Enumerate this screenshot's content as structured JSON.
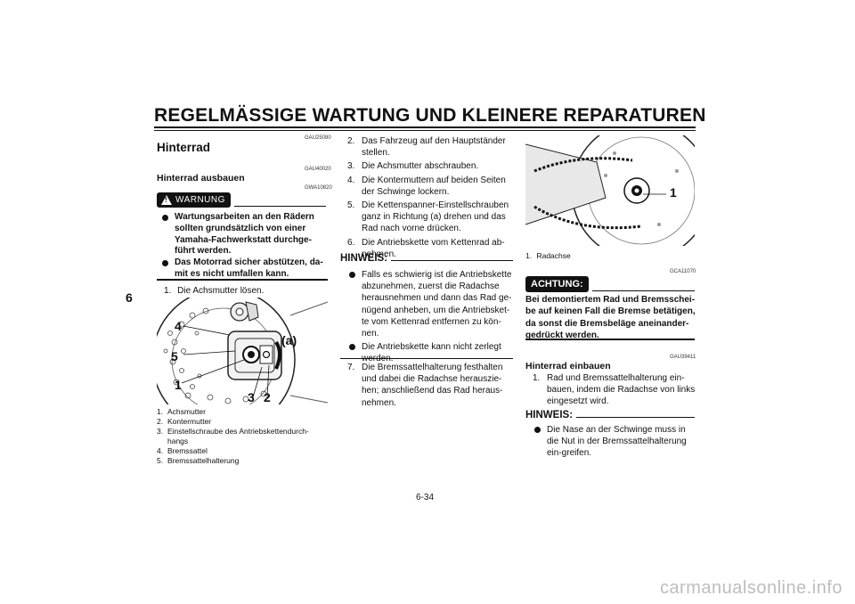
{
  "page": {
    "title": "REGELMÄSSIGE WARTUNG UND KLEINERE REPARATUREN",
    "chapter": "6",
    "page_number": "6-34",
    "watermark": "carmanualsonline.info"
  },
  "col1": {
    "code1": "GAU25080",
    "heading": "Hinterrad",
    "code2": "GAU40020",
    "subheading": "Hinterrad ausbauen",
    "code3": "GWA10820",
    "warning_label": "WARNUNG",
    "warning_items": [
      "Wartungsarbeiten an den Rädern sollten grundsätzlich von einer Yamaha-Fachwerkstatt durchge-führt werden.",
      "Das Motorrad sicher abstützen, da-mit es nicht umfallen kann."
    ],
    "step1_num": "1.",
    "step1": "Die Achsmutter lösen.",
    "figure_labels": [
      "4",
      "5",
      "1",
      "3",
      "2",
      "(a)"
    ],
    "captions": [
      {
        "n": "1.",
        "t": "Achsmutter"
      },
      {
        "n": "2.",
        "t": "Kontermutter"
      },
      {
        "n": "3.",
        "t": "Einstellschraube des Antriebskettendurch-hangs"
      },
      {
        "n": "4.",
        "t": "Bremssattel"
      },
      {
        "n": "5.",
        "t": "Bremssattelhalterung"
      }
    ]
  },
  "col2": {
    "steps": [
      {
        "n": "2.",
        "t": "Das Fahrzeug auf den Hauptständer stellen."
      },
      {
        "n": "3.",
        "t": "Die Achsmutter abschrauben."
      },
      {
        "n": "4.",
        "t": "Die Kontermuttern auf beiden Seiten der Schwinge lockern."
      },
      {
        "n": "5.",
        "t": "Die Kettenspanner-Einstellschrauben ganz in Richtung (a) drehen und das Rad nach vorne drücken."
      },
      {
        "n": "6.",
        "t": "Die Antriebskette vom Kettenrad ab-nehmen."
      }
    ],
    "hinweis_label": "HINWEIS:",
    "hinweis_items": [
      "Falls es schwierig ist die Antriebskette abzunehmen, zuerst die Radachse herausnehmen und dann das Rad ge-nügend anheben, um die Antriebsket-te vom Kettenrad entfernen zu kön-nen.",
      "Die Antriebskette kann nicht zerlegt werden."
    ],
    "step7_num": "7.",
    "step7": "Die Bremssattelhalterung festhalten und dabei die Radachse herauszie-hen; anschließend das Rad heraus-nehmen."
  },
  "col3": {
    "figure_label": "1",
    "caption_num": "1.",
    "caption": "Radachse",
    "code1": "GCA11070",
    "achtung_label": "ACHTUNG:",
    "achtung_text": "Bei demontiertem Rad und Bremsschei-be auf keinen Fall die Bremse betätigen, da sonst die Bremsbeläge aneinander-gedrückt werden.",
    "code2": "GAU39411",
    "subheading": "Hinterrad einbauen",
    "step1_num": "1.",
    "step1": "Rad und Bremssattelhalterung ein-bauen, indem die Radachse von links eingesetzt wird.",
    "hinweis_label": "HINWEIS:",
    "hinweis_items": [
      "Die Nase an der Schwinge muss in die Nut in der Bremssattelhalterung ein-greifen."
    ]
  }
}
